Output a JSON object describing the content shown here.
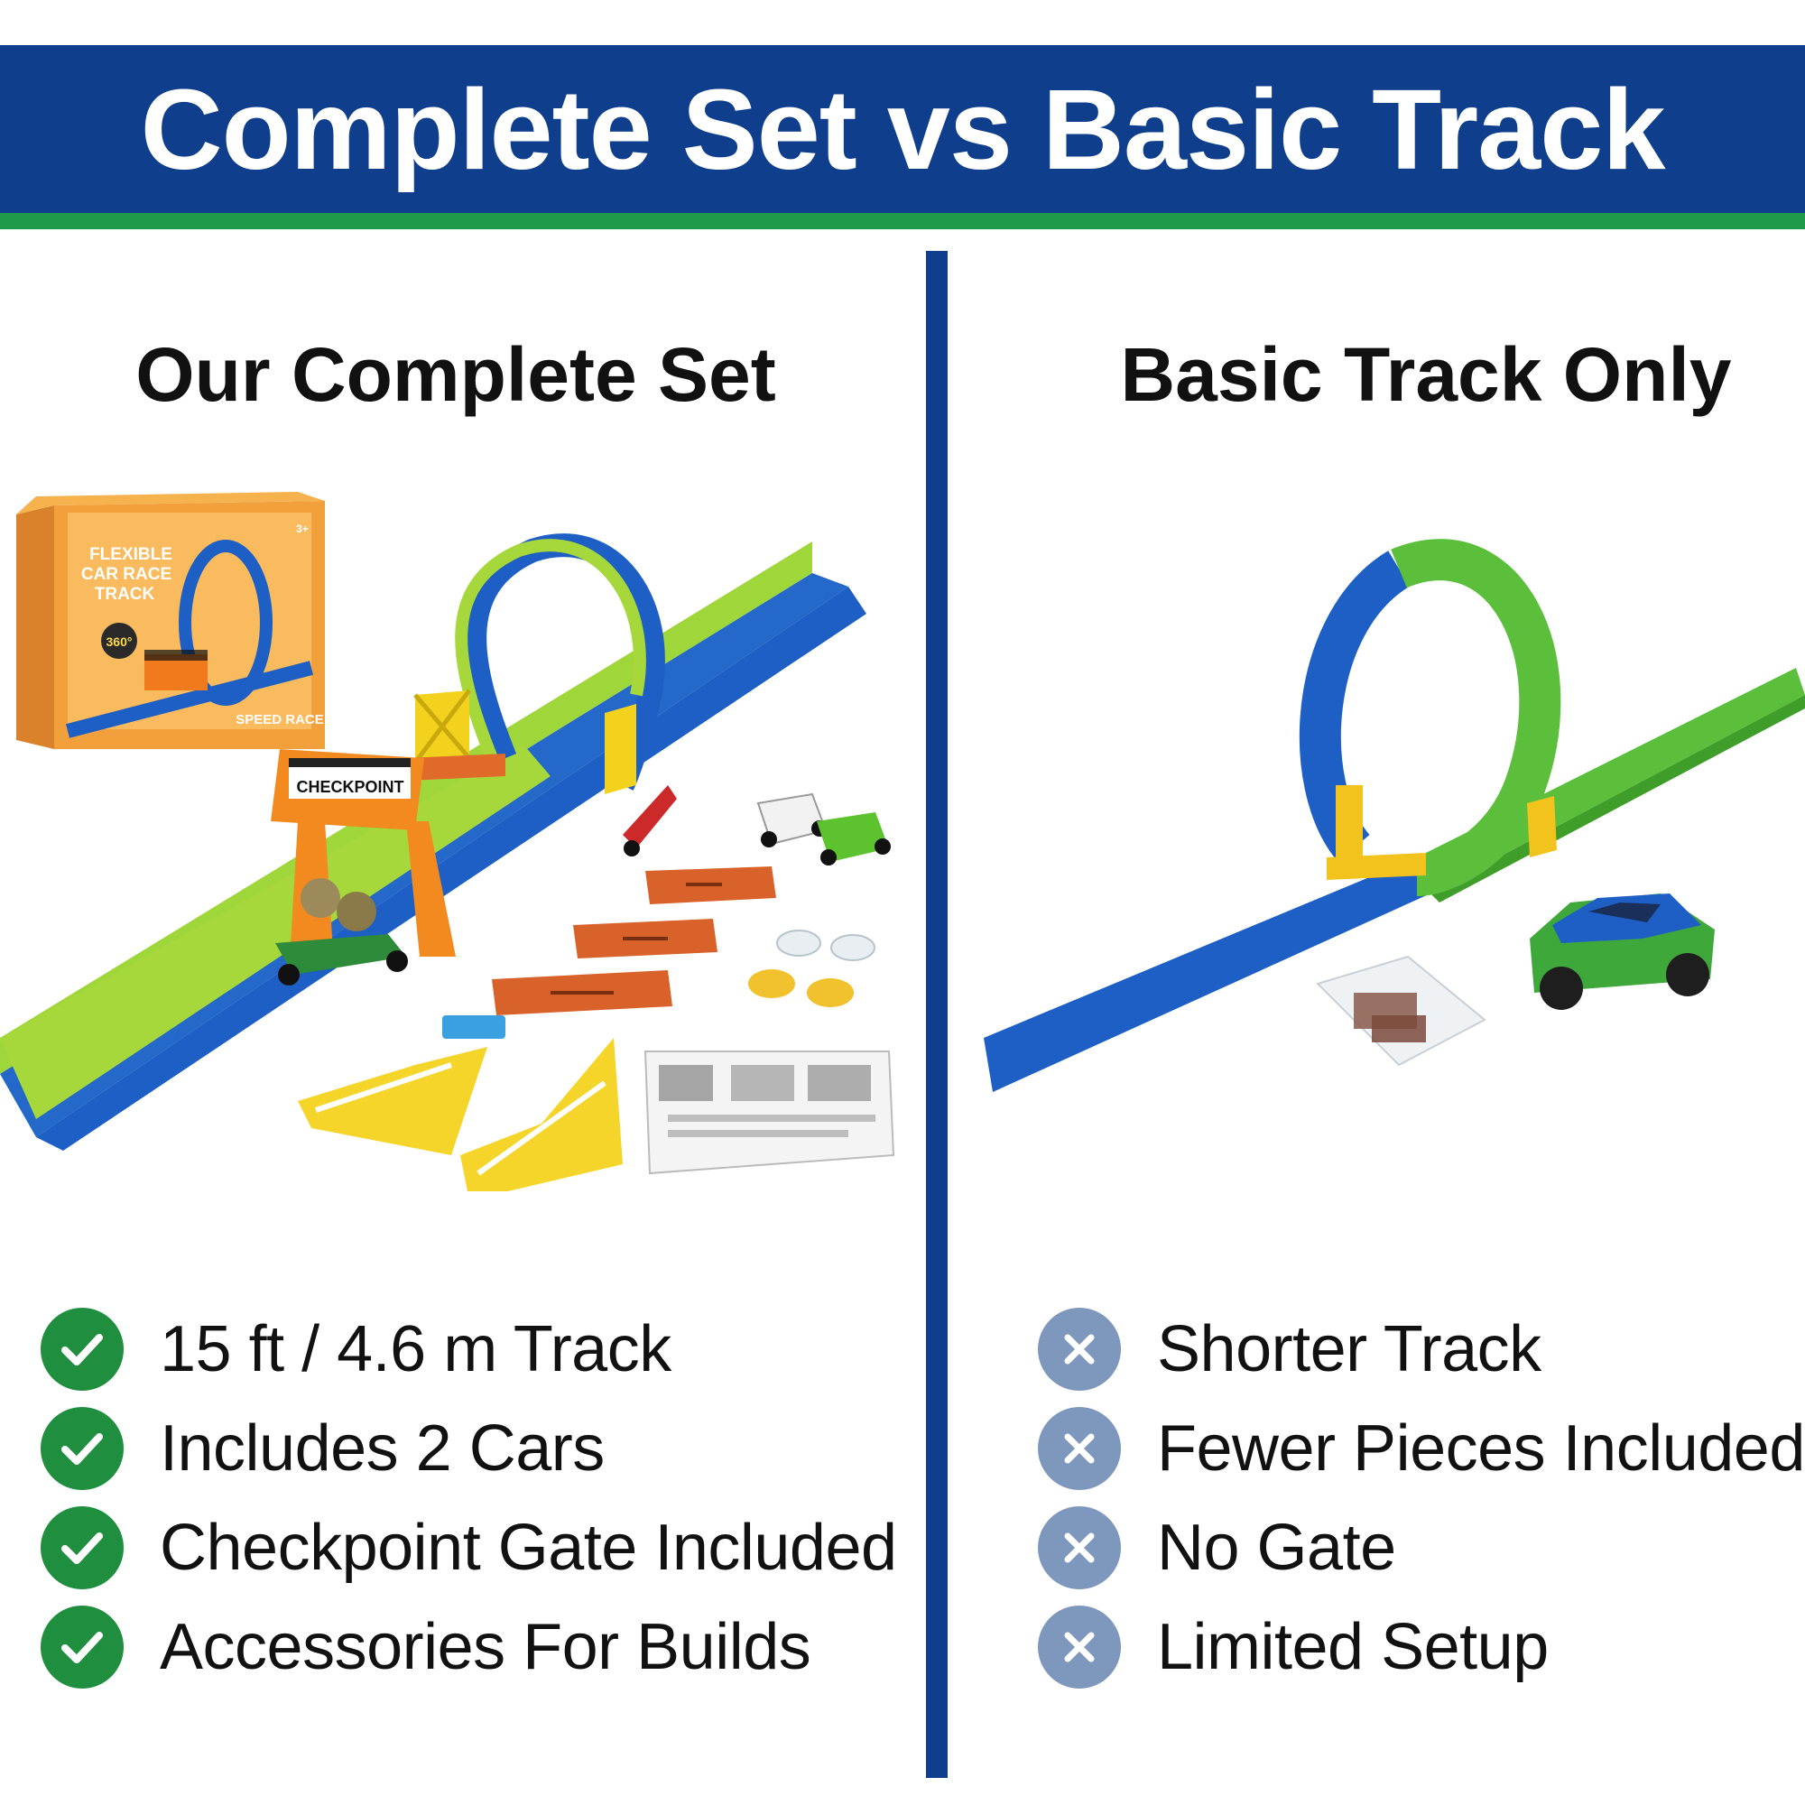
{
  "header": {
    "title": "Complete Set vs Basic Track"
  },
  "colors": {
    "banner_blue": "#0f3f8c",
    "banner_green": "#1f9a4a",
    "check_green": "#1f8f3f",
    "cross_blue": "#7d97bd"
  },
  "left": {
    "title": "Our Complete Set",
    "features": [
      {
        "text": "15 ft / 4.6 m Track",
        "icon": "check-icon"
      },
      {
        "text": "Includes 2 Cars",
        "icon": "check-icon"
      },
      {
        "text": "Checkpoint Gate Included",
        "icon": "check-icon"
      },
      {
        "text": "Accessories For Builds",
        "icon": "check-icon"
      }
    ]
  },
  "right": {
    "title": "Basic Track Only",
    "features": [
      {
        "text": "Shorter Track",
        "icon": "cross-icon"
      },
      {
        "text": "Fewer Pieces Included",
        "icon": "cross-icon"
      },
      {
        "text": "No Gate",
        "icon": "cross-icon"
      },
      {
        "text": "Limited Setup",
        "icon": "cross-icon"
      }
    ]
  },
  "box_art": {
    "lines": [
      "FLEXIBLE",
      "CAR RACE",
      "TRACK"
    ],
    "badge": "360°",
    "logo": "SPEED RACE",
    "age": "3+"
  },
  "gate_sign": "CHECKPOINT"
}
